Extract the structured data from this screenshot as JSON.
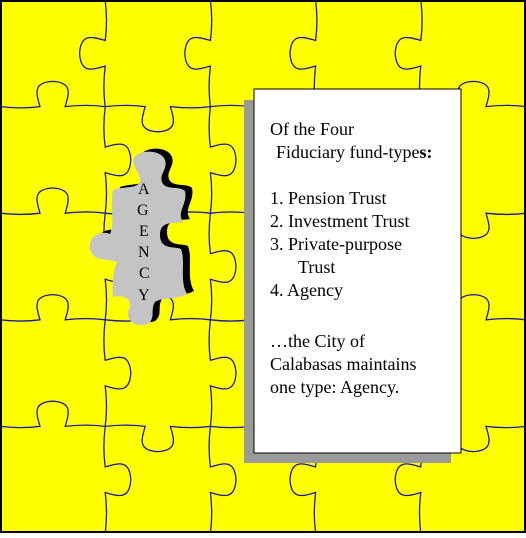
{
  "colors": {
    "background": "#ffff00",
    "puzzle_lines": "#1a1aa0",
    "border": "#000000",
    "piece_fill": "#c4c4c4",
    "piece_shadow": "#000000",
    "card_fill": "#ffffff",
    "card_shadow": "#9a9a9a"
  },
  "piece": {
    "letters": [
      "A",
      "G",
      "E",
      "N",
      "C",
      "Y"
    ]
  },
  "card": {
    "heading_line1": "Of the Four",
    "heading_line2_main": "Fiduciary fund-type",
    "heading_line2_bold": "s:",
    "list": [
      "1. Pension Trust",
      "2. Investment Trust",
      "3. Private-purpose",
      "Trust",
      "4. Agency"
    ],
    "closing": [
      "…the City of",
      "Calabasas maintains",
      "one type: Agency."
    ]
  }
}
